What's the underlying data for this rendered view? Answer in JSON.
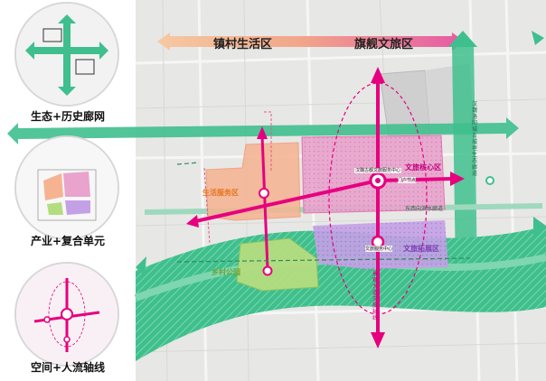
{
  "zone_banner": {
    "left_label": "镇村生活区",
    "right_label": "旗舰文旅区"
  },
  "legend": [
    {
      "label": "生态+历史廊网",
      "icon": "eco-corridor-icon"
    },
    {
      "label": "产业+复合单元",
      "icon": "industry-unit-icon"
    },
    {
      "label": "空间+人流轴线",
      "icon": "space-axis-icon"
    }
  ],
  "districts": {
    "core": "文旅核心区",
    "expansion": "文旅拓展区",
    "eco_park": "乡村公园",
    "living": "生活服务区"
  },
  "axes": {
    "vertical_axis": "景观大道-文旅轴线",
    "river_corridor": "东西向滨水廊道",
    "north_south_corridor": "汉魏洛阳城古城垣生态廊道"
  },
  "nodes": {
    "core_node": "汉魏古都文旅服务中心",
    "secondary_node": "文旅服务中心",
    "gate_node": "门户节点"
  },
  "colors": {
    "corridor_green": "#3fbf8e",
    "core_pink": "#e87ab8",
    "expansion_purple": "#b98adf",
    "living_orange": "#f4a27a",
    "park_green": "#a6d86e",
    "axis_magenta": "#e6007e",
    "banner_orange": "#f3b488",
    "banner_pink": "#e85aa2"
  }
}
